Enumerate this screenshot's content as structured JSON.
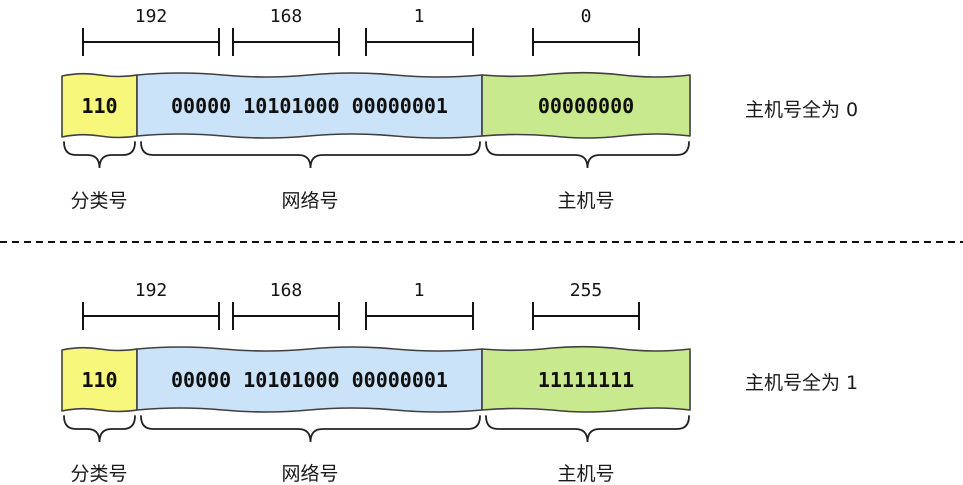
{
  "colors": {
    "class_fill": "#f7f77c",
    "network_fill": "#cae3f8",
    "host_fill": "#c9e98e",
    "box_stroke": "#3f3f3f"
  },
  "diagrams": [
    {
      "name": "host-all-zeros",
      "octet_labels": [
        "192",
        "168",
        "1",
        "0"
      ],
      "fields": {
        "class_bits": "110",
        "network_bits": "00000 10101000 00000001",
        "host_bits": "00000000"
      },
      "field_labels": {
        "class": "分类号",
        "network": "网络号",
        "host": "主机号"
      },
      "annotation": "主机号全为 0"
    },
    {
      "name": "host-all-ones",
      "octet_labels": [
        "192",
        "168",
        "1",
        "255"
      ],
      "fields": {
        "class_bits": "110",
        "network_bits": "00000 10101000 00000001",
        "host_bits": "11111111"
      },
      "field_labels": {
        "class": "分类号",
        "network": "网络号",
        "host": "主机号"
      },
      "annotation": "主机号全为 1"
    }
  ]
}
